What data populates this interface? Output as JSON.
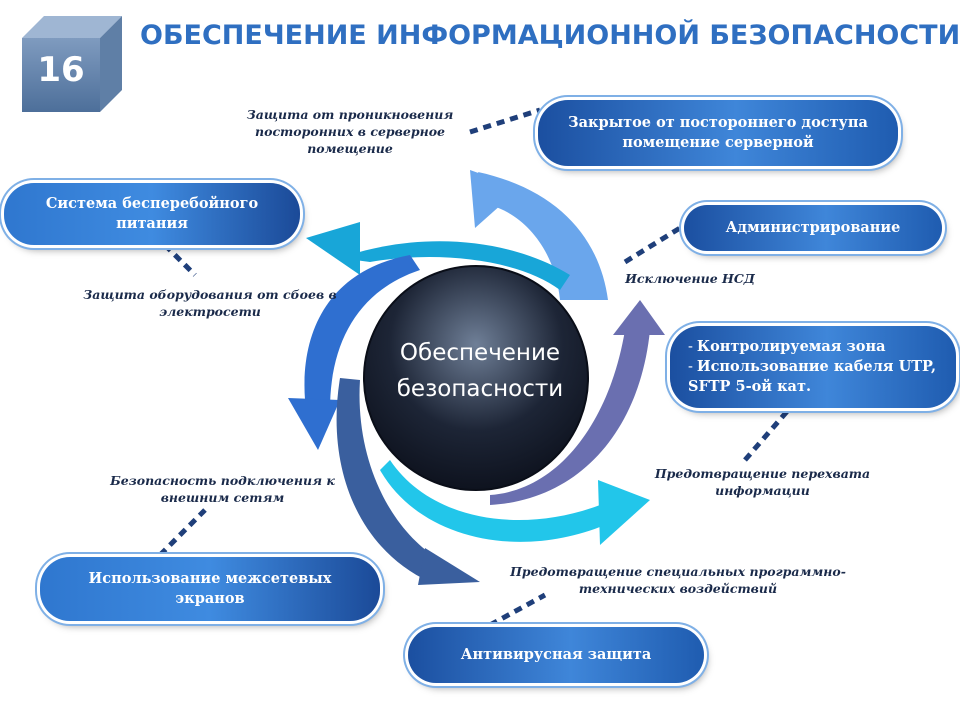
{
  "badge": {
    "number": "16"
  },
  "title": "ОБЕСПЕЧЕНИЕ ИНФОРМАЦИОННОЙ БЕЗОПАСНОСТИ",
  "center": {
    "line1": "Обеспечение",
    "line2": "безопасности"
  },
  "measures": {
    "server_room": "Закрытое от постороннего доступа помещение серверной",
    "ups": "Система бесперебойного питания",
    "admin": "Администрирование",
    "zone_items": [
      "Контролируемая зона",
      "Использование кабеля UTP, SFTP 5-ой кат."
    ],
    "firewall": "Использование межсетевых экранов",
    "antivirus": "Антивирусная защита"
  },
  "threats": {
    "intrusion": "Защита от проникновения посторонних в серверное помещение",
    "power": "Защита оборудования от сбоев в электросети",
    "nsd": "Исключение НСД",
    "interception": "Предотвращение перехвата информации",
    "external": "Безопасность подключения к внешним сетям",
    "software": "Предотвращение специальных программно-технических воздействий"
  },
  "colors": {
    "title": "#2f6fc1",
    "pill": "#2a6cc4",
    "dotted_link": "#1f3f7a",
    "arrows": [
      "#6aa6ec",
      "#18a6d8",
      "#2f6fd0",
      "#3a5f9e",
      "#6a6fb0",
      "#22c6ea"
    ]
  }
}
